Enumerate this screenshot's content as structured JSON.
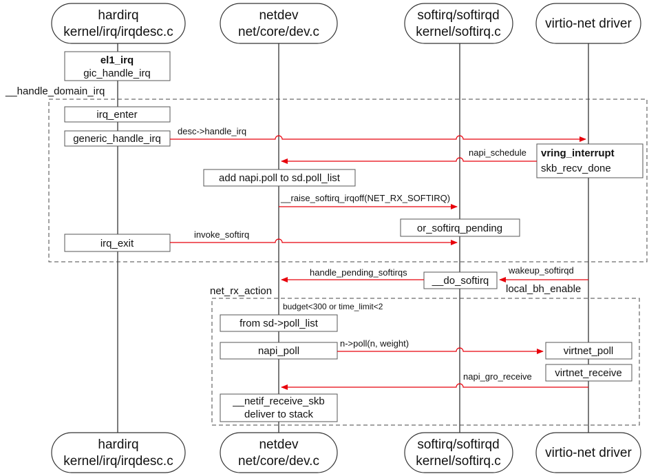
{
  "lanes": [
    {
      "title": "hardirq",
      "subtitle": "kernel/irq/irqdesc.c"
    },
    {
      "title": "netdev",
      "subtitle": "net/core/dev.c"
    },
    {
      "title": "softirq/softirqd",
      "subtitle": "kernel/softirq.c"
    },
    {
      "title": "virtio-net driver",
      "subtitle": ""
    }
  ],
  "boxes": {
    "el1_irq": "el1_irq",
    "gic_handle_irq": "gic_handle_irq",
    "irq_enter": "irq_enter",
    "generic_handle_irq": "generic_handle_irq",
    "vring_interrupt": "vring_interrupt",
    "skb_recv_done": "skb_recv_done",
    "add_napi_poll": "add napi.poll to sd.poll_list",
    "or_softirq_pending": "or_softirq_pending",
    "irq_exit": "irq_exit",
    "do_softirq": "__do_softirq",
    "from_poll_list": "from sd->poll_list",
    "napi_poll": "napi_poll",
    "virtnet_poll": "virtnet_poll",
    "virtnet_receive": "virtnet_receive",
    "netif_receive_skb": "__netif_receive_skb",
    "deliver_to_stack": "deliver to stack"
  },
  "notes": {
    "handle_domain_irq": "__handle_domain_irq",
    "net_rx_action": "net_rx_action",
    "local_bh_enable": "local_bh_enable",
    "budget": "budget<300 or time_limit<2"
  },
  "messages": {
    "desc_handle_irq": "desc->handle_irq",
    "napi_schedule": "napi_schedule",
    "raise_softirq": "__raise_softirq_irqoff(NET_RX_SOFTIRQ)",
    "invoke_softirq": "invoke_softirq",
    "wakeup_softirqd": "wakeup_softirqd",
    "handle_pending_softirqs": "handle_pending_softirqs",
    "n_poll": "n->poll(n, weight)",
    "napi_gro_receive": "napi_gro_receive"
  },
  "colors": {
    "arrow": "#e8000b",
    "line": "#222222"
  }
}
